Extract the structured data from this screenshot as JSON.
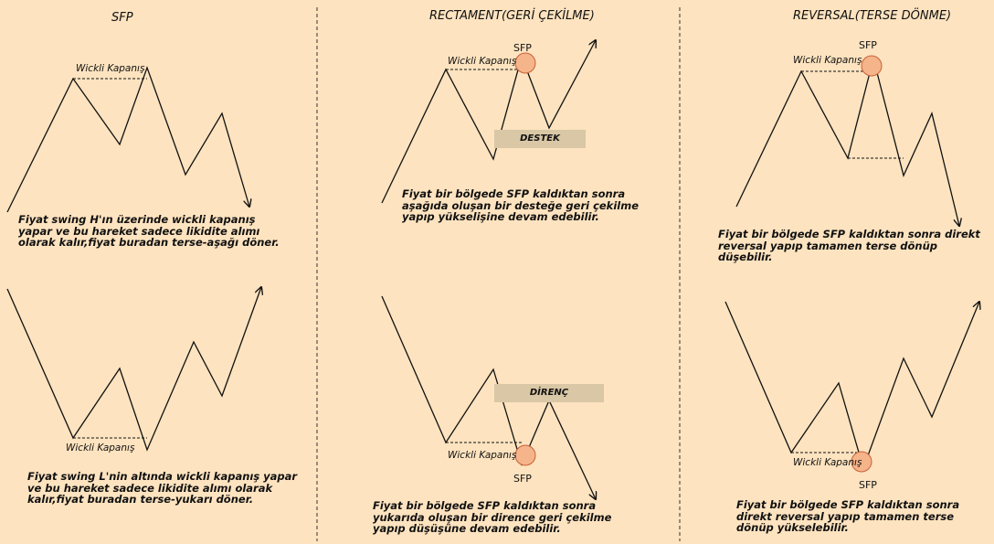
{
  "panels": {
    "sfp": {
      "title": "SFP",
      "top_label": "Wickli Kapanış",
      "top_desc": "Fiyat swing H'ın üzerinde wickli kapanış yapar ve bu hareket sadece likidite alımı olarak kalır,fiyat buradan terse-aşağı döner.",
      "bottom_label": "Wickli Kapanış",
      "bottom_desc": "Fiyat swing L'nin altında wickli kapanış yapar ve bu hareket sadece likidite alımı olarak kalır,fiyat buradan terse-yukarı döner."
    },
    "rectament": {
      "title": "RECTAMENT(GERİ ÇEKİLME)",
      "top_sfp": "SFP",
      "top_label": "Wickli Kapanış",
      "top_zone": "DESTEK",
      "top_desc": "Fiyat bir bölgede SFP kaldıktan sonra aşağıda oluşan bir desteğe geri çekilme yapıp yükselişine devam edebilir.",
      "bottom_zone": "DİRENÇ",
      "bottom_label": "Wickli Kapanış",
      "bottom_sfp": "SFP",
      "bottom_desc": "Fiyat bir bölgede SFP kaldıktan sonra yukarıda oluşan bir dirence geri çekilme yapıp düşüşüne devam edebilir."
    },
    "reversal": {
      "title": "REVERSAL(TERSE DÖNME)",
      "top_sfp": "SFP",
      "top_label": "Wickli Kapanış",
      "top_desc": "Fiyat bir bölgede SFP kaldıktan sonra direkt reversal yapıp tamamen terse dönüp düşebilir.",
      "bottom_label": "Wickli Kapanış",
      "bottom_sfp": "SFP",
      "bottom_desc": "Fiyat bir bölgede SFP kaldıktan sonra direkt reversal yapıp tamamen terse dönüp yükselebilir."
    }
  },
  "colors": {
    "background": "#fde3bf",
    "line": "#111111",
    "circle_fill": "#f5b48a",
    "circle_stroke": "#c8603a",
    "zone_fill": "#d9c7a5"
  }
}
